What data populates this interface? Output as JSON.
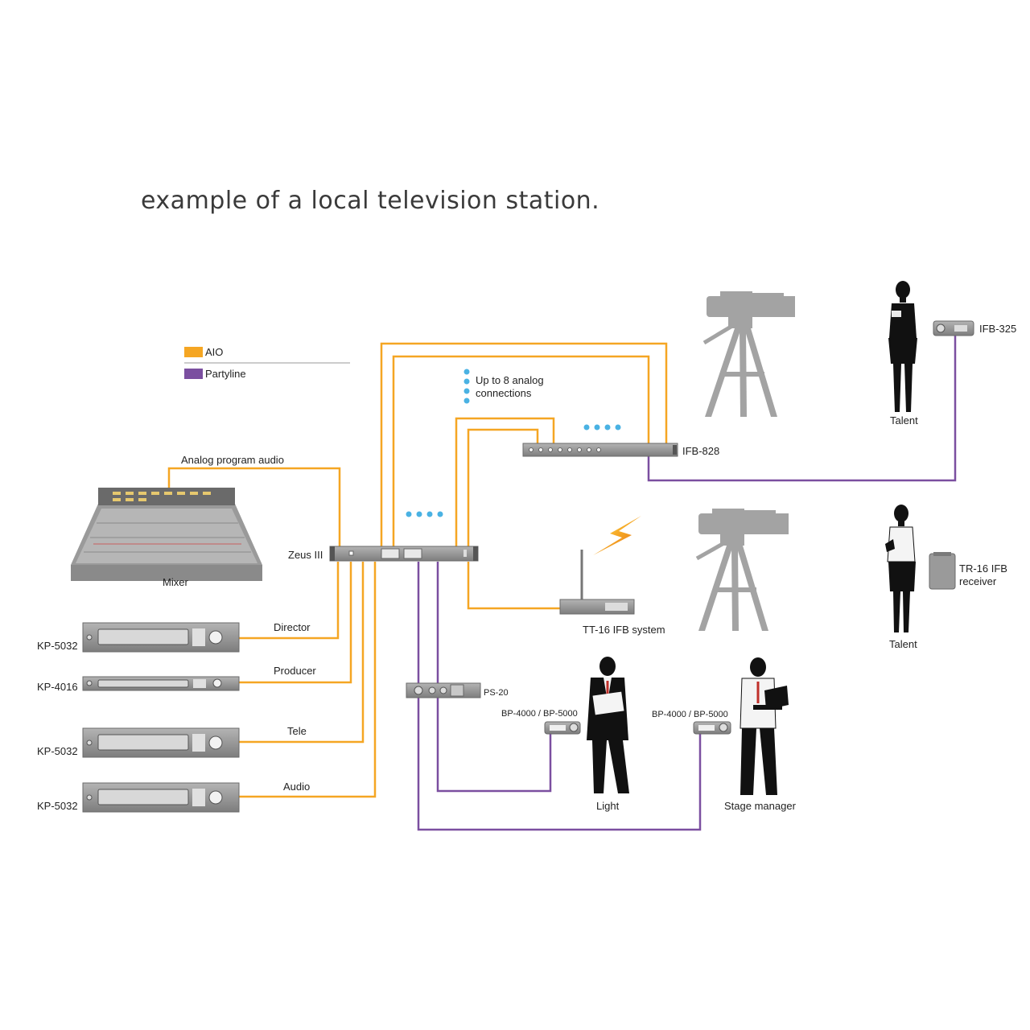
{
  "title": "example of a local television station.",
  "legend": {
    "aio_label": "AIO",
    "partyline_label": "Partyline",
    "aio_color": "#f5a623",
    "partyline_color": "#7b4fa0"
  },
  "colors": {
    "equipment": "#8e8e8e",
    "silhouette": "#111111",
    "connection_dots": "#4ab2e3",
    "lightning": "#f5a623"
  },
  "annotation": {
    "line1": "Up to 8 analog",
    "line2": "connections"
  },
  "labels": {
    "analog_program_audio": "Analog program audio",
    "mixer": "Mixer",
    "zeus": "Zeus III",
    "ifb828": "IFB-828",
    "ifb325": "IFB-325",
    "talent_top": "Talent",
    "talent_bottom": "Talent",
    "tr16_line1": "TR-16 IFB",
    "tr16_line2": "receiver",
    "tt16": "TT-16 IFB system",
    "ps20": "PS-20",
    "bp_light": "BP-4000 / BP-5000",
    "bp_stage": "BP-4000 / BP-5000",
    "light": "Light",
    "stage_manager": "Stage manager"
  },
  "keypanels": [
    {
      "model": "KP-5032",
      "role": "Director"
    },
    {
      "model": "KP-4016",
      "role": "Producer"
    },
    {
      "model": "KP-5032",
      "role": "Tele"
    },
    {
      "model": "KP-5032",
      "role": "Audio"
    }
  ]
}
